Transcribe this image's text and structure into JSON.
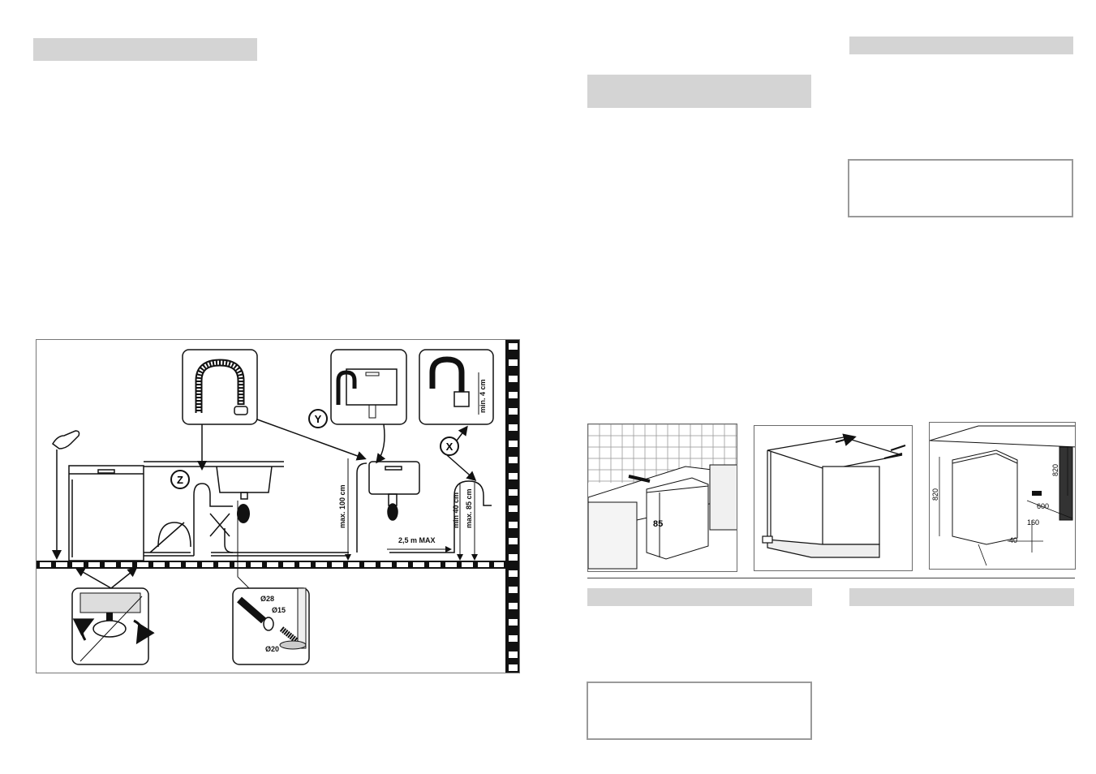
{
  "installation_diagram": {
    "labels": {
      "z": "Z",
      "y": "Y",
      "x": "X",
      "max_100": "max. 100 cm",
      "min_40": "min 40 cm",
      "max_85": "max. 85 cm",
      "max_hose": "2,5 m MAX",
      "min_4": "min. 4 cm",
      "d28": "Ø28",
      "d15": "Ø15",
      "d20": "Ø20"
    }
  },
  "fitting_figures": {
    "fig1": {
      "height": "85"
    },
    "fig3": {
      "h1": "820",
      "h2": "820",
      "w600": "600",
      "d160": "160",
      "d40": "40"
    }
  }
}
